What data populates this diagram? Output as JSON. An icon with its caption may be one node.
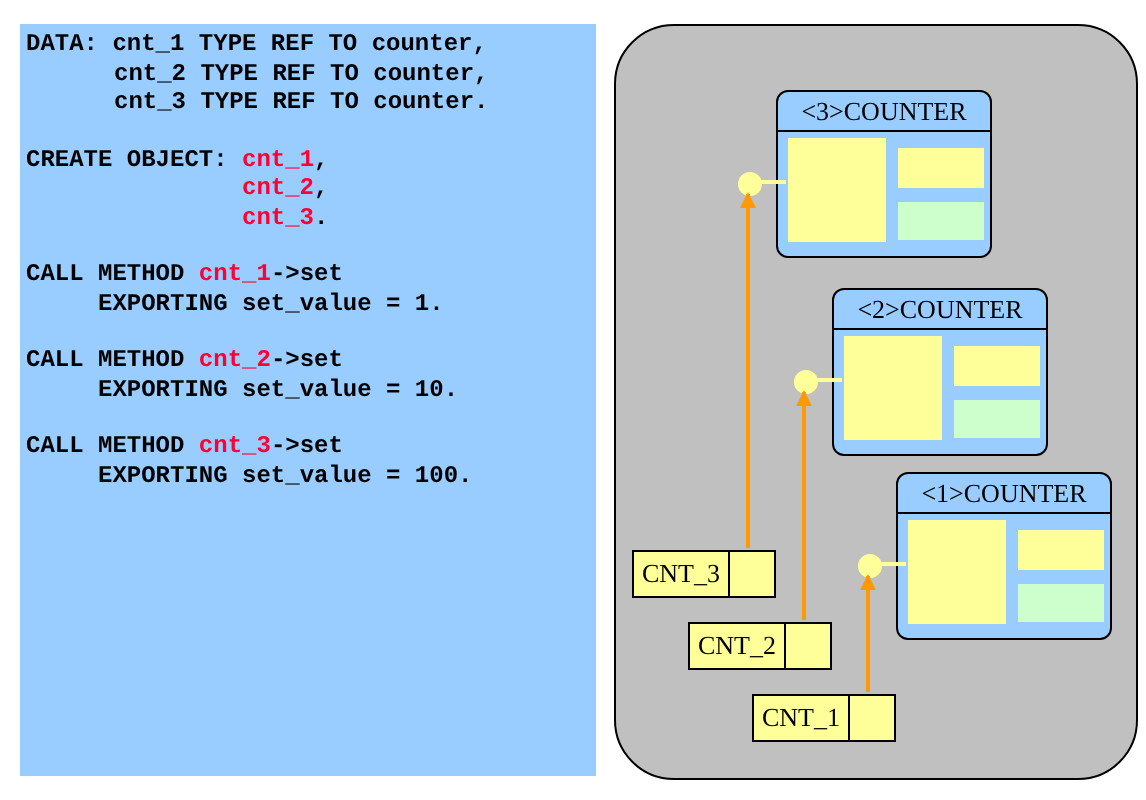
{
  "diagram": {
    "nodes": [
      {
        "text": [
          "DATA: cnt_1 TYPE REF TO counter,",
          "cnt_2 TYPE REF TO counter,",
          "cnt_3 TYPE REF TO counter.",
          "CREATE OBJECT: *cnt_1*,",
          "*cnt_2*,",
          "*cnt_3*.",
          "CALL METHOD *cnt_1*->set",
          "EXPORTING set_value = 1.",
          "CALL METHOD *cnt_2*->set",
          "EXPORTING set_value = 10.",
          "CALL METHOD *cnt_3*->set",
          "EXPORTING set_value = 100."
        ]
      },
      {
        "text": [],
        "shape": "box"
      },
      {
        "text": [
          "<3>COUNTER"
        ],
        "in": 1
      },
      {
        "text": [],
        "shape": "box",
        "in": 2
      },
      {
        "text": [],
        "shape": "circle",
        "in": 1
      },
      {
        "text": [
          "<2>COUNTER"
        ],
        "in": 1
      },
      {
        "text": [],
        "shape": "box",
        "in": 5
      },
      {
        "text": [],
        "shape": "circle",
        "in": 1
      },
      {
        "text": [
          "<1>COUNTER"
        ],
        "in": 1
      },
      {
        "text": [],
        "shape": "box",
        "in": 8
      },
      {
        "text": [],
        "shape": "circle",
        "in": 1
      },
      {
        "text": [
          "CNT_3"
        ],
        "in": 1
      },
      {
        "text": [],
        "shape": "box",
        "in": 11
      },
      {
        "text": [
          "CNT_2"
        ],
        "in": 1
      },
      {
        "text": [],
        "shape": "box",
        "in": 13
      },
      {
        "text": [
          "CNT_1"
        ],
        "in": 1
      },
      {
        "text": [],
        "shape": "box",
        "in": 15
      }
    ],
    "edges": [
      {
        "from": 12,
        "to": 4,
        "arrow": "to"
      },
      {
        "from": 4,
        "to": 3,
        "arrow": "none",
        "color": "#ffff99"
      },
      {
        "from": 14,
        "to": 7,
        "arrow": "to"
      },
      {
        "from": 7,
        "to": 6,
        "arrow": "none",
        "color": "#ffff99"
      },
      {
        "from": 16,
        "to": 10,
        "arrow": "to"
      },
      {
        "from": 10,
        "to": 9,
        "arrow": "none",
        "color": "#ffff99"
      }
    ]
  }
}
